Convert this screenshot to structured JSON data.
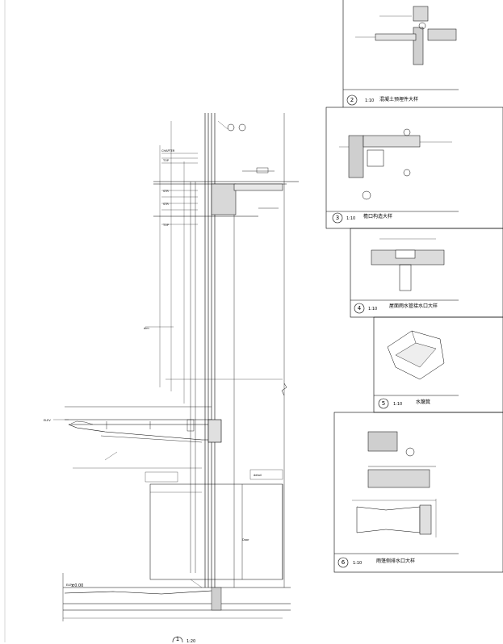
{
  "main_section": {
    "number": "1",
    "scale": "1:20",
    "ground_label": "±0.00"
  },
  "details": [
    {
      "number": "2",
      "scale": "1:10",
      "title": "混凝土预埋件大样"
    },
    {
      "number": "3",
      "scale": "1:10",
      "title": "檐口构造大样"
    },
    {
      "number": "4",
      "scale": "1:10",
      "title": "屋面雨水管接水口大样"
    },
    {
      "number": "5",
      "scale": "1:10",
      "title": "水簸箕"
    },
    {
      "number": "6",
      "scale": "1:10",
      "title": "雨篷侧排水口大样"
    }
  ]
}
